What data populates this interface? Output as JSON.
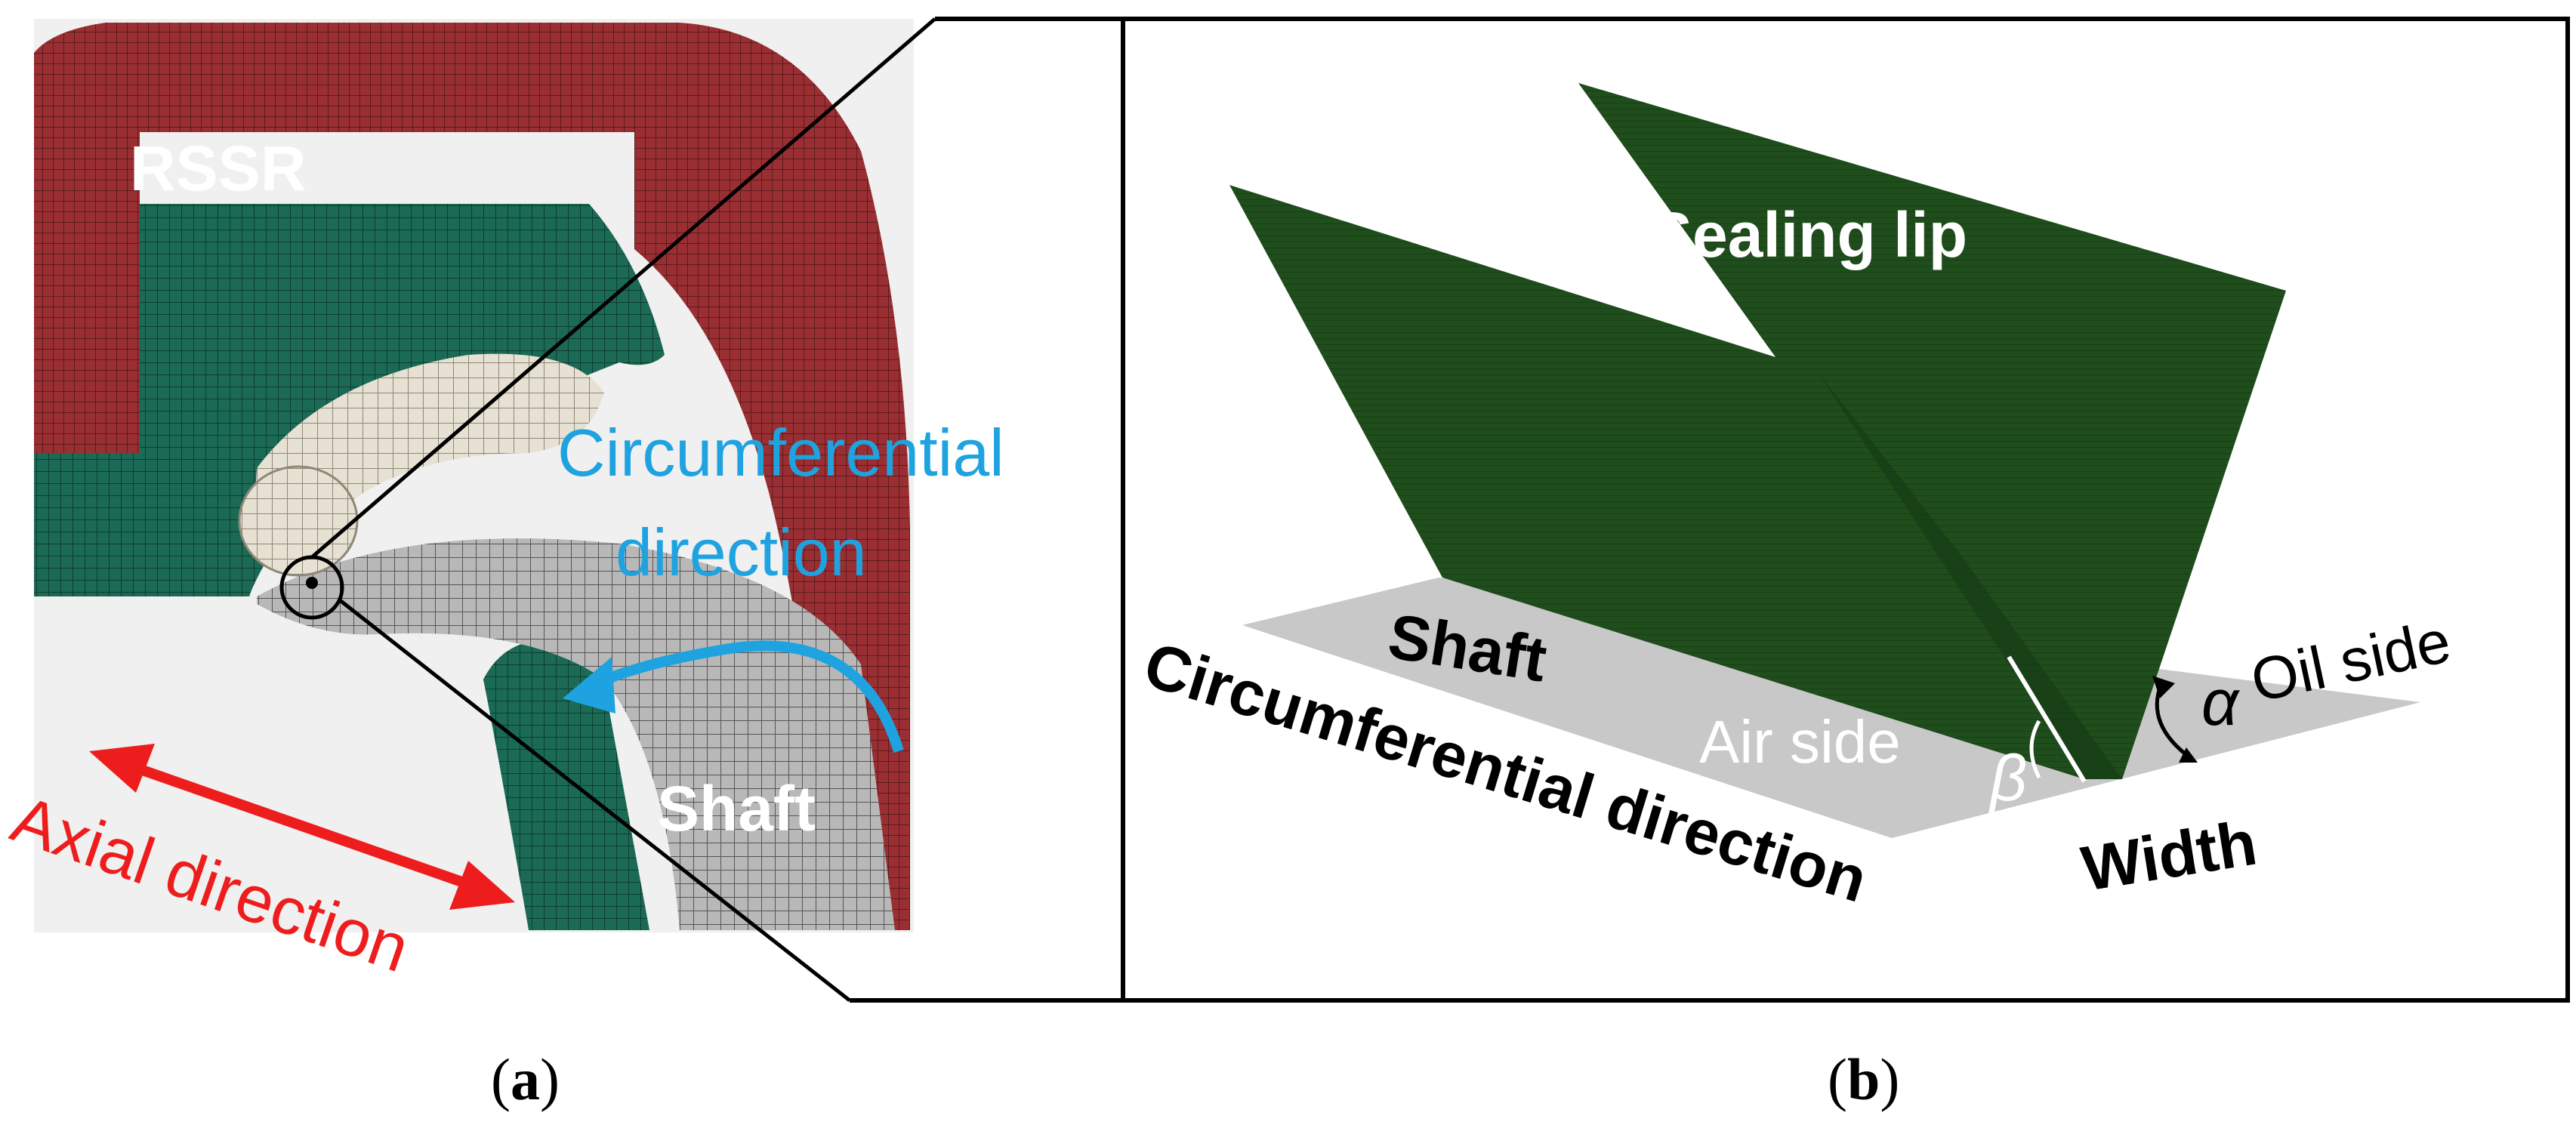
{
  "panel_a": {
    "caption": "a",
    "labels": {
      "rssr": "RSSR",
      "circumferential_line1": "Circumferential",
      "circumferential_line2": "direction",
      "shaft": "Shaft",
      "axial": "Axial direction"
    }
  },
  "panel_b": {
    "caption": "b",
    "labels": {
      "sealing_lip": "Sealing lip",
      "shaft": "Shaft",
      "circumferential": "Circumferential direction",
      "air_side": "Air side",
      "oil_side": "Oil side",
      "width": "Width",
      "alpha": "α",
      "beta": "β"
    }
  },
  "colors": {
    "rssr_red": "#9a2f33",
    "seal_teal": "#1b6a55",
    "shaft_grey": "#b8b8b8",
    "spring_beige": "#e6e1d2",
    "lip_green": "#1f4d1c",
    "plane_grey": "#c8c8c8",
    "blue_label": "#1fa3e0",
    "red_label": "#ee1d1d"
  }
}
